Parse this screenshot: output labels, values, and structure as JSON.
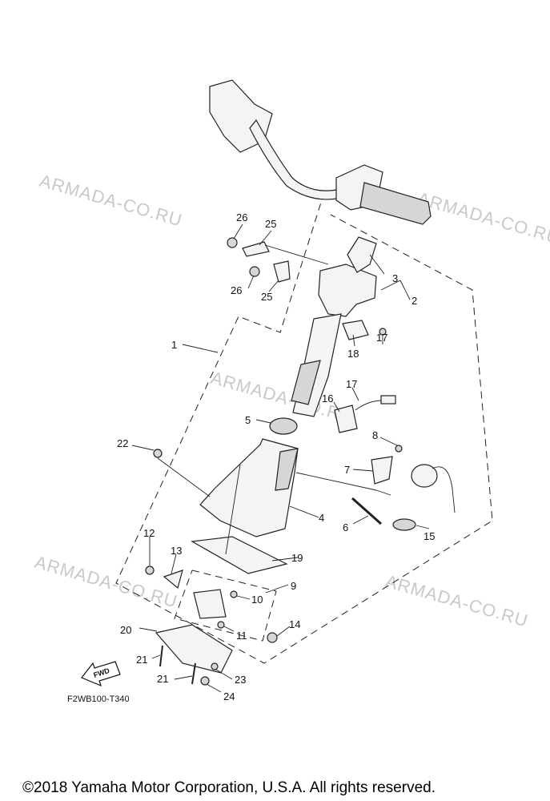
{
  "watermarks": [
    "ARMADA-CO.RU",
    "ARMADA-CO.RU",
    "ARMADA-CO.RU",
    "ARMADA-CO.RU",
    "ARMADA-CO.RU"
  ],
  "callouts": {
    "c1": "1",
    "c2": "2",
    "c3": "3",
    "c4": "4",
    "c5": "5",
    "c6": "6",
    "c7": "7",
    "c8": "8",
    "c9": "9",
    "c10": "10",
    "c11": "11",
    "c12": "12",
    "c13": "13",
    "c14": "14",
    "c15": "15",
    "c16": "16",
    "c17a": "17",
    "c17b": "17",
    "c18": "18",
    "c19": "19",
    "c20": "20",
    "c21a": "21",
    "c21b": "21",
    "c22": "22",
    "c23": "23",
    "c24": "24",
    "c25a": "25",
    "c25b": "25",
    "c26a": "26",
    "c26b": "26"
  },
  "fwd_label": "FWD",
  "diagram_code": "F2WB100-T340",
  "copyright": "©2018 Yamaha Motor Corporation, U.S.A. All rights reserved."
}
